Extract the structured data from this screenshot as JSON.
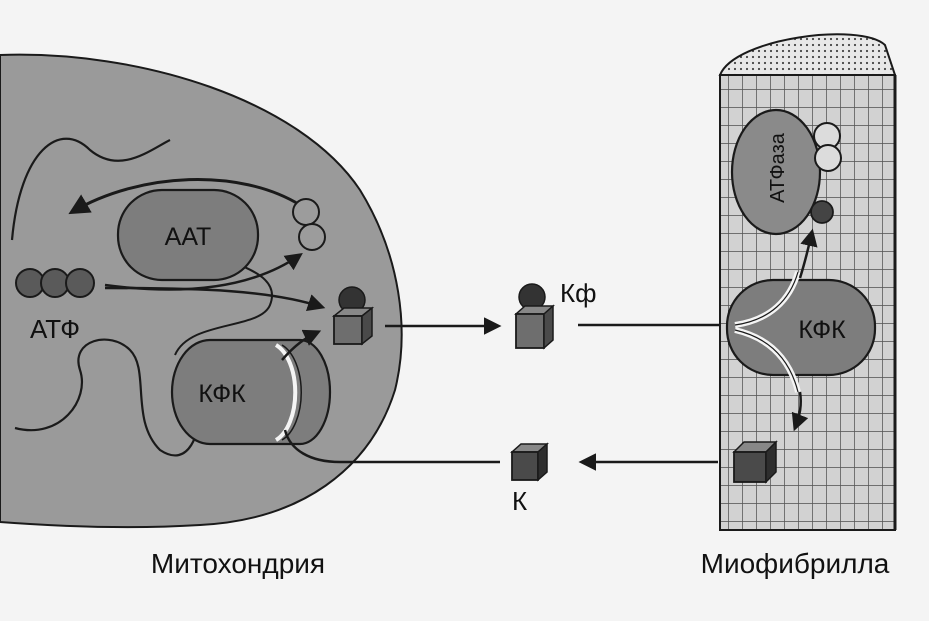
{
  "labels": {
    "aat": "ААТ",
    "atp": "АТФ",
    "kfk_mito": "КФК",
    "kf": "Кф",
    "k": "К",
    "atpase": "АТФаза",
    "kfk_myo": "КФК",
    "mitochondria": "Митохондрия",
    "myofibril": "Миофибрилла"
  },
  "colors": {
    "background": "#f4f4f4",
    "mitochondrion_fill": "#9a9a9a",
    "enzyme_fill": "#7d7d7d",
    "stroke": "#1a1a1a"
  }
}
